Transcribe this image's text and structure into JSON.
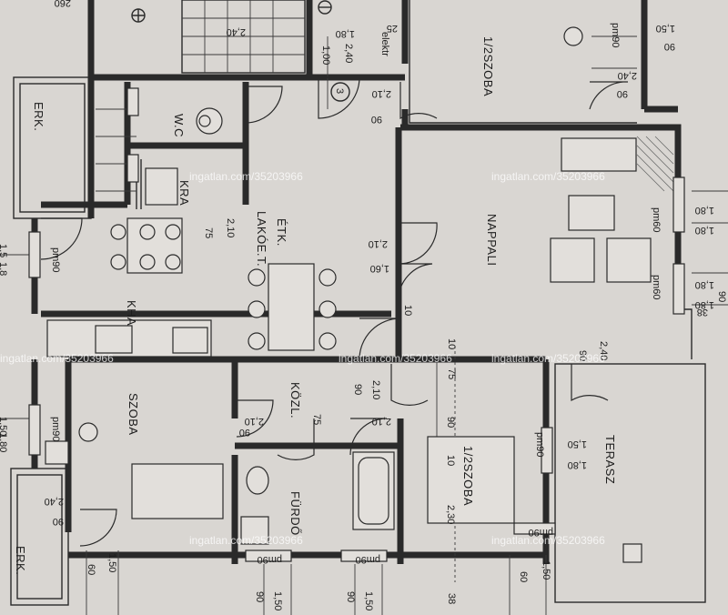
{
  "rooms": {
    "erk_top": "ERK.",
    "wc": "W.C",
    "kra": "KRA",
    "lakoter": "LAKÓE.T.",
    "etk": "ÉTK.",
    "kha": "KHA",
    "szoba": "SZOBA",
    "kozl": "KÖZL.",
    "furdo": "FÜRDŐ",
    "half_szoba_bottom": "1/2SZOBA",
    "half_szoba_top": "1/2SZOBA",
    "nappali": "NAPPALI",
    "terasz": "TERASZ",
    "erk_bottom": "ERK.",
    "elektr": "elektr"
  },
  "watermarks": {
    "text": "ingatlan.com/35203966"
  },
  "dimensions": {
    "top_260": "260",
    "top_240": "2,40",
    "top_180": "1,80",
    "top_100": "1,00",
    "top_240b": "2,40",
    "top_25": "25",
    "stair_num": "3",
    "d_210a": "2,10",
    "d_90a": "90",
    "tr_pm90": "pm90",
    "tr_150": "1,50",
    "tr_90": "90",
    "tr_240": "2,40",
    "tr_90b": "90",
    "kra_75": "75",
    "kra_210": "2,10",
    "lp_pm90": "pm90",
    "lp_15": "1,5",
    "lp_18": "1,8",
    "np_210": "2,10",
    "np_160": "1,60",
    "rp_pm60a": "pm60",
    "rp_180a": "1,80",
    "rp_180b": "1,80",
    "rp_pm60b": "pm60",
    "rp_180c": "1,80",
    "rp_180d": "1,80",
    "rp_90": "90",
    "rp_38": "38",
    "np_10": "10",
    "ter_240": "2,40",
    "ter_90": "90",
    "k_10": "10",
    "k_75": "75",
    "k_90": "90",
    "k_210": "2,10",
    "z_210": "2,10",
    "z_90": "90",
    "z_75": "75",
    "z_210b": "2,10",
    "sz_pm90": "pm90",
    "sz_150": "1,50",
    "sz_180": "1,80",
    "sz_240": "2,40",
    "sz_90": "90",
    "hs_90": "90",
    "hs_10": "10",
    "hs_230": "2,30",
    "hs_pm90": "pm90",
    "hs_150": "1,50",
    "hs_180": "1,80",
    "hs_pm90b": "pm90",
    "f_pm90": "pm90",
    "f_pm90b": "pm90",
    "b_60": "60",
    "b_150": "1,50",
    "b_90": "90",
    "b_150b": "1,50",
    "b_90b": "90",
    "b_150c": "1,50",
    "b_38": "38",
    "b_60b": "60",
    "b_150d": "1,50"
  }
}
